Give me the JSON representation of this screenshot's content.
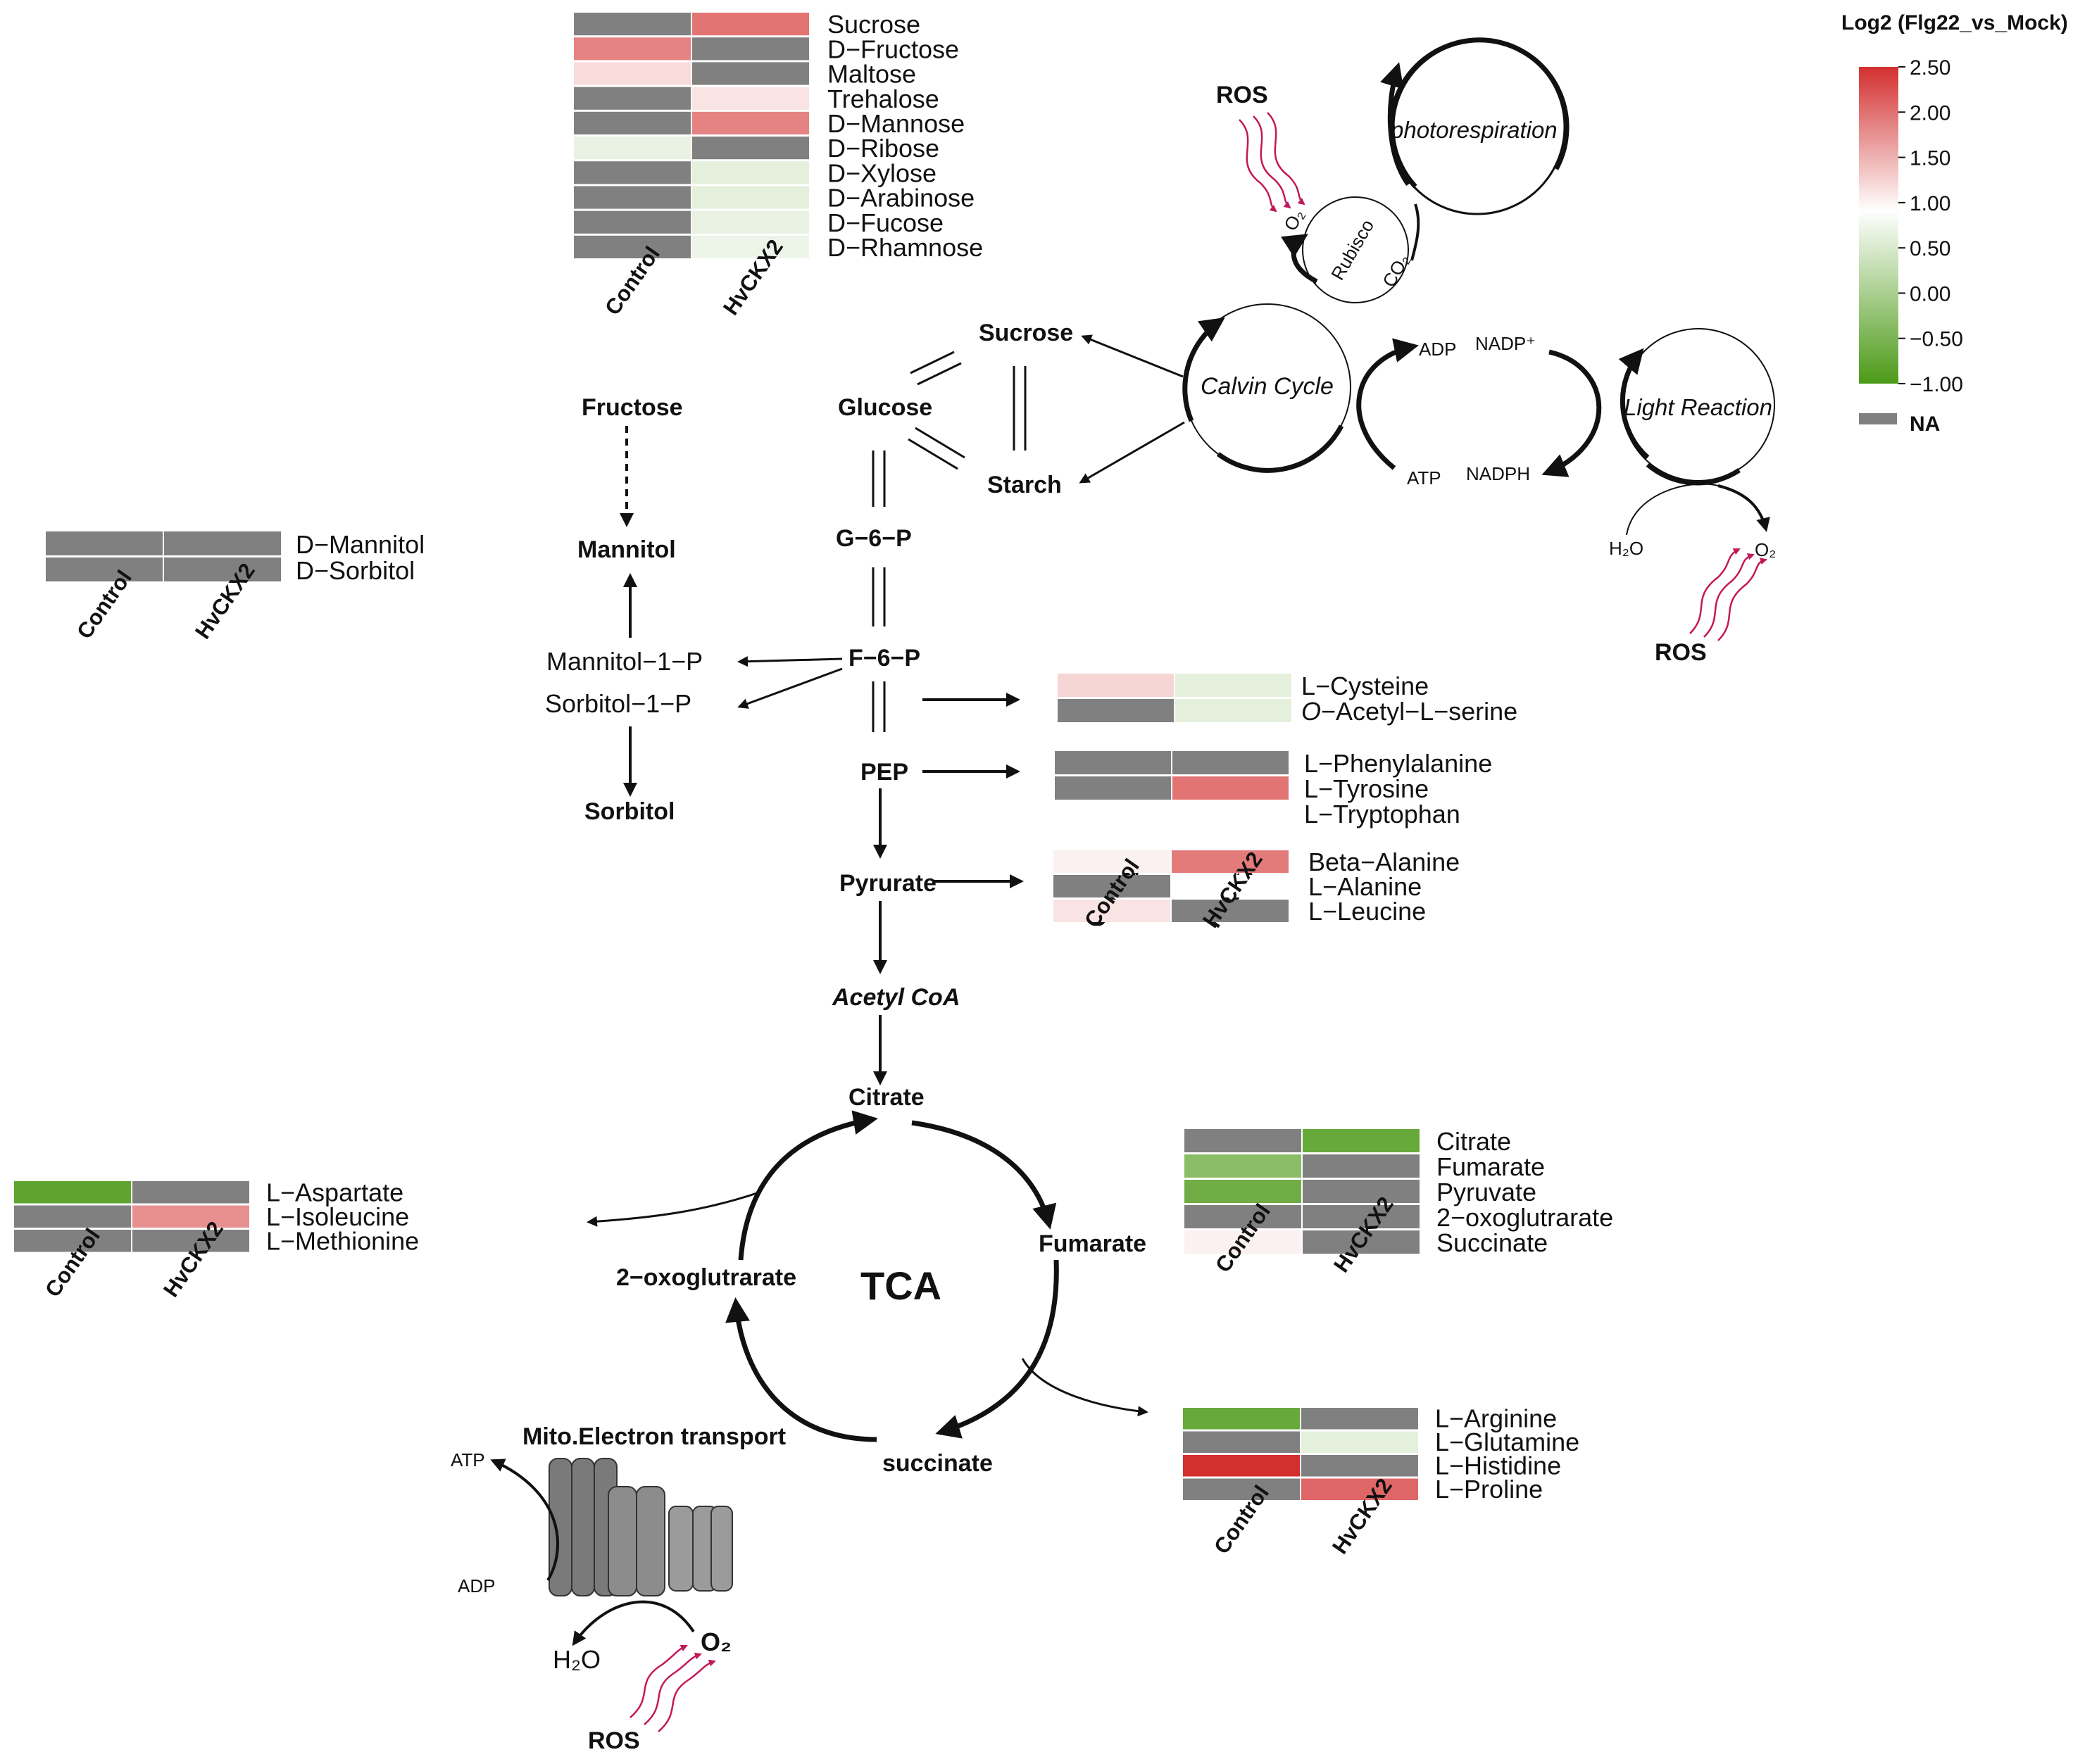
{
  "colors": {
    "na": "#808080",
    "scale_top": "#d32f2f",
    "scale_mid": "#ffffff",
    "scale_bottom": "#4c9a17",
    "ros_arrow": "#c2185b"
  },
  "legend": {
    "title": "Log2 (Flg22_vs_Mock)",
    "ticks": [
      "2.50",
      "2.00",
      "1.50",
      "1.00",
      "0.50",
      "0.00",
      "−0.50",
      "−1.00"
    ],
    "na_label": "NA"
  },
  "heatmap_columns": [
    "Control",
    "HvCKX2"
  ],
  "heatmaps": {
    "sugars": {
      "rows": [
        {
          "label": "Sucrose",
          "control": null,
          "hvckx2": 2.0
        },
        {
          "label": "D−Fructose",
          "control": 1.9,
          "hvckx2": null
        },
        {
          "label": "Maltose",
          "control": 1.25,
          "hvckx2": null
        },
        {
          "label": "Trehalose",
          "control": null,
          "hvckx2": 1.2
        },
        {
          "label": "D−Mannose",
          "control": null,
          "hvckx2": 1.9
        },
        {
          "label": "D−Ribose",
          "control": 0.75,
          "hvckx2": null
        },
        {
          "label": "D−Xylose",
          "control": null,
          "hvckx2": 0.7
        },
        {
          "label": "D−Arabinose",
          "control": null,
          "hvckx2": 0.7
        },
        {
          "label": "D−Fucose",
          "control": null,
          "hvckx2": 0.75
        },
        {
          "label": "D−Rhamnose",
          "control": null,
          "hvckx2": 0.8
        }
      ]
    },
    "polyols": {
      "rows": [
        {
          "label": "D−Mannitol",
          "control": null,
          "hvckx2": null
        },
        {
          "label": "D−Sorbitol",
          "control": null,
          "hvckx2": null
        }
      ]
    },
    "serine_family": {
      "rows": [
        {
          "label": "L−Cysteine",
          "control": 1.3,
          "hvckx2": 0.7
        },
        {
          "label": "O−Acetyl−L−serine",
          "label_italic_prefix": "O",
          "label_rest": "−Acetyl−L−serine",
          "control": null,
          "hvckx2": 0.7
        }
      ]
    },
    "aromatic": {
      "rows": [
        {
          "label": "L−Phenylalanine",
          "control": null,
          "hvckx2": null
        },
        {
          "label": "L−Tyrosine",
          "control": null,
          "hvckx2": 2.0
        },
        {
          "label": "L−Tryptophan",
          "control": 1.0,
          "hvckx2": 1.0
        }
      ]
    },
    "pyruvate_family": {
      "rows": [
        {
          "label": "Beta−Alanine",
          "control": 1.1,
          "hvckx2": 1.95
        },
        {
          "label": "L−Alanine",
          "control": null,
          "hvckx2": 1.0
        },
        {
          "label": "L−Leucine",
          "control": 1.2,
          "hvckx2": null
        }
      ]
    },
    "aspartate_family": {
      "rows": [
        {
          "label": "L−Aspartate",
          "control": -0.8,
          "hvckx2": null
        },
        {
          "label": "L−Isoleucine",
          "control": null,
          "hvckx2": 1.8
        },
        {
          "label": "L−Methionine",
          "control": null,
          "hvckx2": null
        }
      ]
    },
    "tca": {
      "rows": [
        {
          "label": "Citrate",
          "control": null,
          "hvckx2": -0.7
        },
        {
          "label": "Fumarate",
          "control": -0.3,
          "hvckx2": null
        },
        {
          "label": "Pyruvate",
          "control": -0.6,
          "hvckx2": null
        },
        {
          "label": "2−oxoglutrarate",
          "control": null,
          "hvckx2": null
        },
        {
          "label": "Succinate",
          "control": 1.1,
          "hvckx2": null
        }
      ]
    },
    "glutamate_family": {
      "rows": [
        {
          "label": "L−Arginine",
          "control": -0.7,
          "hvckx2": null
        },
        {
          "label": "L−Glutamine",
          "control": null,
          "hvckx2": 0.7
        },
        {
          "label": "L−Histidine",
          "control": 2.5,
          "hvckx2": null
        },
        {
          "label": "L−Proline",
          "control": null,
          "hvckx2": 2.1
        }
      ]
    }
  },
  "pathway": {
    "sucrose": "Sucrose",
    "glucose": "Glucose",
    "starch": "Starch",
    "fructose": "Fructose",
    "mannitol": "Mannitol",
    "g6p": "G−6−P",
    "f6p": "F−6−P",
    "mannitol_1p": "Mannitol−1−P",
    "sorbitol_1p": "Sorbitol−1−P",
    "sorbitol": "Sorbitol",
    "pep": "PEP",
    "pyruvate": "Pyrurate",
    "acetyl_coa": "Acetyl CoA",
    "citrate": "Citrate",
    "fumarate": "Fumarate",
    "oxoglutarate": "2−oxoglutrarate",
    "succinate": "succinate",
    "tca": "TCA",
    "calvin_cycle": "Calvin Cycle",
    "light_reaction": "Light Reaction",
    "photorespiration": "photorespiration",
    "rubisco": "Rubisco",
    "adp": "ADP",
    "atp": "ATP",
    "nadp": "NADP⁺",
    "nadph": "NADPH",
    "h2o": "H₂O",
    "o2": "O₂",
    "co2": "CO₂",
    "ros": "ROS",
    "mito_title": "Mito.Electron transport",
    "mito_atp": "ATP",
    "mito_adp": "ADP",
    "mito_h2o": "H₂O",
    "mito_o2": "O₂"
  }
}
